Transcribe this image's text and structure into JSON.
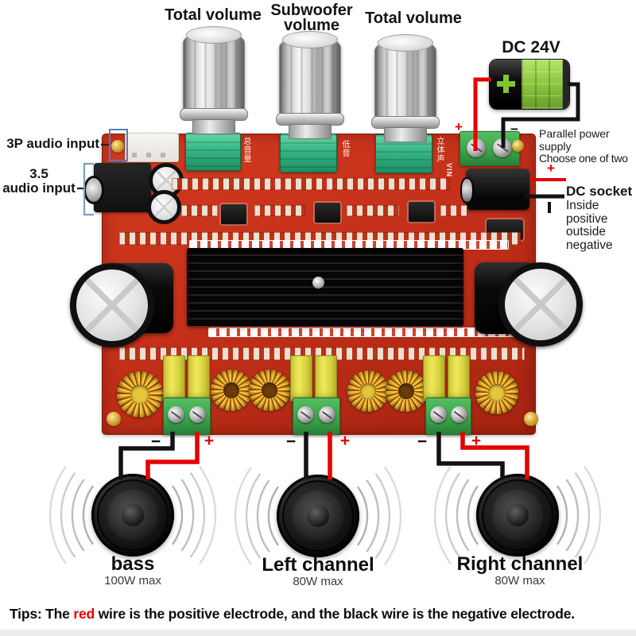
{
  "title_labels": {
    "knob1": "Total volume",
    "knob2_line1": "Subwoofer",
    "knob2_line2": "volume",
    "knob3": "Total volume"
  },
  "inputs": {
    "audio_3p": "3P audio input",
    "audio_35_line1": "3.5",
    "audio_35_line2": "audio input"
  },
  "power": {
    "battery_label": "DC 24V",
    "parallel_line1": "Parallel power",
    "parallel_line2": "supply",
    "parallel_line3": "Choose one of two",
    "dc_socket_title": "DC socket",
    "dc_socket_lines": [
      "Inside",
      "positive",
      "outside",
      "negative"
    ]
  },
  "polarity": {
    "plus": "+",
    "minus": "−"
  },
  "board_silk": {
    "vin": "VIN",
    "pot1": "总音量",
    "pot2": "低音",
    "pot3": "立体声"
  },
  "speakers": [
    {
      "name": "bass",
      "power": "100W max"
    },
    {
      "name": "Left channel",
      "power": "80W max"
    },
    {
      "name": "Right channel",
      "power": "80W max"
    }
  ],
  "tips": {
    "prefix": "Tips: The ",
    "highlight": "red",
    "suffix": " wire is the positive electrode, and the black wire is the negative electrode."
  },
  "colors": {
    "pcb_red": "#c5301a",
    "wire_red": "#e60000",
    "wire_black": "#121212",
    "battery_green": "#8cc63e",
    "terminal_green": "#3aa64b",
    "annotation_blue": "#4f7fbe"
  }
}
